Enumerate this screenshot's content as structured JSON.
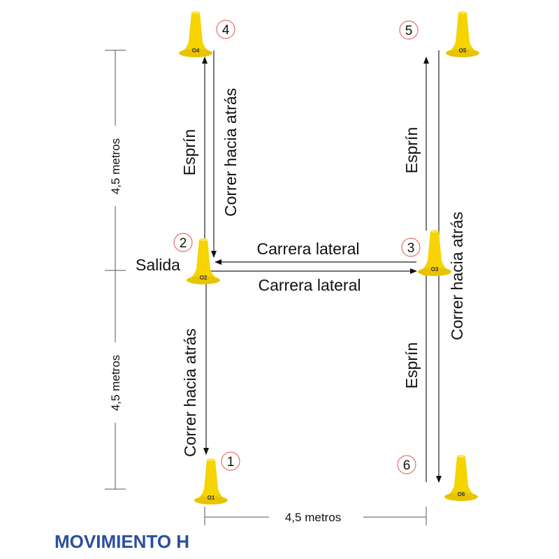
{
  "title": "MOVIMIENTO H",
  "start_label": "Salida",
  "dimension_label": "4,5 metros",
  "moves": {
    "sprint_2_4": "Esprín",
    "back_4_2": "Correr hacia atrás",
    "lateral_3_2": "Carrera lateral",
    "lateral_2_3": "Carrera lateral",
    "back_2_1": "Correr hacia atrás",
    "sprint_6_3": "Esprín",
    "sprint_3_5": "Esprín",
    "back_5_6": "Correr hacia atrás"
  },
  "cones": {
    "c1": {
      "number": "1",
      "tag": "O1"
    },
    "c2": {
      "number": "2",
      "tag": "O2"
    },
    "c3": {
      "number": "3",
      "tag": "O3"
    },
    "c4": {
      "number": "4",
      "tag": "O4"
    },
    "c5": {
      "number": "5",
      "tag": "O5"
    },
    "c6": {
      "number": "6",
      "tag": "O6"
    }
  },
  "colors": {
    "cone": "#f5d400",
    "title": "#2a4f9e",
    "circle": "#d9534f"
  }
}
